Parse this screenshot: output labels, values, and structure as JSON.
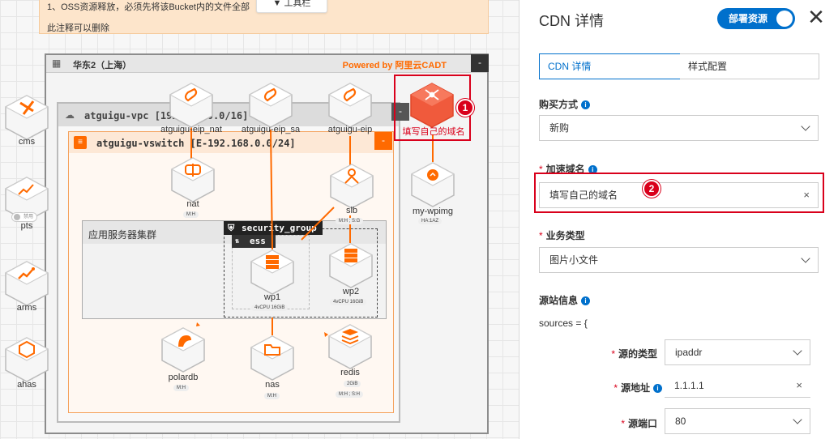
{
  "note": {
    "line1": "1、OSS资源释放，必须先将该Bucket内的文件全部",
    "line2": "此注释可以删除",
    "toolbar_label": "工具栏"
  },
  "region": {
    "title": "华东2（上海）",
    "powered_by": "Powered by 阿里云CADT",
    "collapse_label": "-"
  },
  "vpc": {
    "title": "atguigu-vpc [192.168.0.0/16]",
    "collapse_label": "-"
  },
  "vswitch": {
    "title": "atguigu-vswitch [E-192.168.0.0/24]",
    "collapse_label": "-"
  },
  "cluster": {
    "title": "应用服务器集群"
  },
  "security_group": {
    "title": "security_group"
  },
  "ess": {
    "title": "ess"
  },
  "nodes": {
    "eip_nat": {
      "label": "atguigu-eip_nat"
    },
    "eip_sa": {
      "label": "atguigu-eip_sa"
    },
    "eip": {
      "label": "atguigu-eip"
    },
    "nat": {
      "label": "nat",
      "spec": "M:H"
    },
    "slb": {
      "label": "slb",
      "spec": "M:H ; S:G"
    },
    "my_wpimg": {
      "label": "my-wpimg",
      "spec": "HA:1AZ"
    },
    "wp1": {
      "label": "wp1",
      "spec": "4vCPU  16GiB"
    },
    "wp2": {
      "label": "wp2",
      "spec": "4vCPU  16GiB"
    },
    "polardb": {
      "label": "polardb",
      "spec": "M:H"
    },
    "nas": {
      "label": "nas",
      "spec": "M:H"
    },
    "redis": {
      "label": "redis",
      "spec1": "2GiB",
      "spec2": "M:H ; S:H"
    },
    "cdn": {
      "caption": "填写自己的域名"
    }
  },
  "sidebar": {
    "cms": "cms",
    "pts": "pts",
    "pts_toggle": "禁用",
    "arms": "arms",
    "ahas": "ahas"
  },
  "annotations": {
    "badge1": "1",
    "badge2": "2"
  },
  "panel": {
    "title": "CDN 详情",
    "deploy_label": "部署资源",
    "close_label": "✕",
    "tabs": [
      {
        "label": "CDN 详情",
        "active": true
      },
      {
        "label": "样式配置",
        "active": false
      }
    ],
    "purchase_label": "购买方式",
    "purchase_value": "新购",
    "domain_label": "加速域名",
    "domain_value": "填写自己的域名",
    "domain_clear": "×",
    "business_label": "业务类型",
    "business_value": "图片小文件",
    "origin_label": "源站信息",
    "sources_text": "sources = {",
    "source_type_label": "源的类型",
    "source_type_value": "ipaddr",
    "source_addr_label": "源地址",
    "source_addr_value": "1.1.1.1",
    "source_addr_clear": "×",
    "source_port_label": "源端口",
    "source_port_value": "80"
  },
  "colors": {
    "accent": "#0070cc",
    "brand_orange": "#ff6a00",
    "highlight_red": "#d9001b"
  }
}
